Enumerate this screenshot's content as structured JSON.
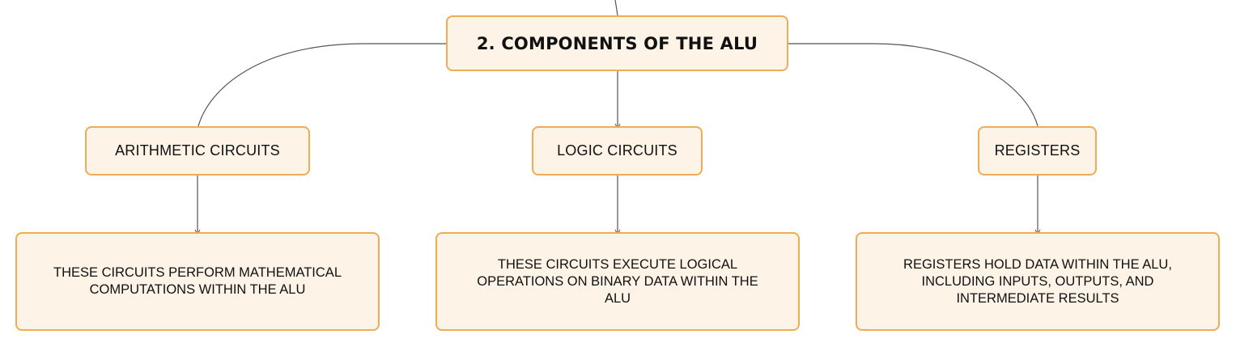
{
  "diagram": {
    "root": {
      "label": "2. COMPONENTS OF THE ALU"
    },
    "branches": [
      {
        "label": "ARITHMETIC CIRCUITS",
        "description": "THESE CIRCUITS PERFORM MATHEMATICAL COMPUTATIONS WITHIN THE ALU"
      },
      {
        "label": "LOGIC CIRCUITS",
        "description": "THESE CIRCUITS EXECUTE LOGICAL OPERATIONS ON BINARY DATA WITHIN THE ALU"
      },
      {
        "label": "REGISTERS",
        "description": "REGISTERS HOLD DATA WITHIN THE ALU, INCLUDING INPUTS, OUTPUTS, AND INTERMEDIATE RESULTS"
      }
    ]
  },
  "colors": {
    "node_fill": "#fdf3e7",
    "node_border": "#efac56",
    "connector": "#555555",
    "text": "#111111"
  }
}
